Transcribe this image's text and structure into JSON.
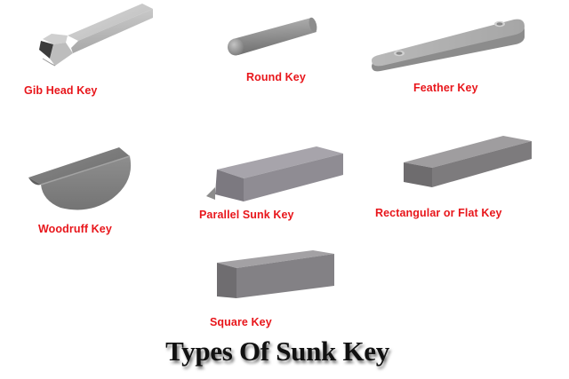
{
  "title": "Types Of Sunk Key",
  "colors": {
    "label": "#e8161b",
    "title": "#111111",
    "metal_light": "#c9c9c9",
    "metal_mid": "#9a9a9a",
    "metal_dark": "#6e6e6e",
    "background": "#ffffff"
  },
  "keys": [
    {
      "id": "gib-head",
      "label": "Gib Head Key",
      "icon": "gib-head-key-icon"
    },
    {
      "id": "round",
      "label": "Round Key",
      "icon": "round-key-icon"
    },
    {
      "id": "feather",
      "label": "Feather Key",
      "icon": "feather-key-icon"
    },
    {
      "id": "woodruff",
      "label": "Woodruff Key",
      "icon": "woodruff-key-icon"
    },
    {
      "id": "parallel-sunk",
      "label": "Parallel Sunk Key",
      "icon": "parallel-sunk-key-icon"
    },
    {
      "id": "rectangular-flat",
      "label": "Rectangular or Flat Key",
      "icon": "rectangular-flat-key-icon"
    },
    {
      "id": "square",
      "label": "Square Key",
      "icon": "square-key-icon"
    }
  ]
}
